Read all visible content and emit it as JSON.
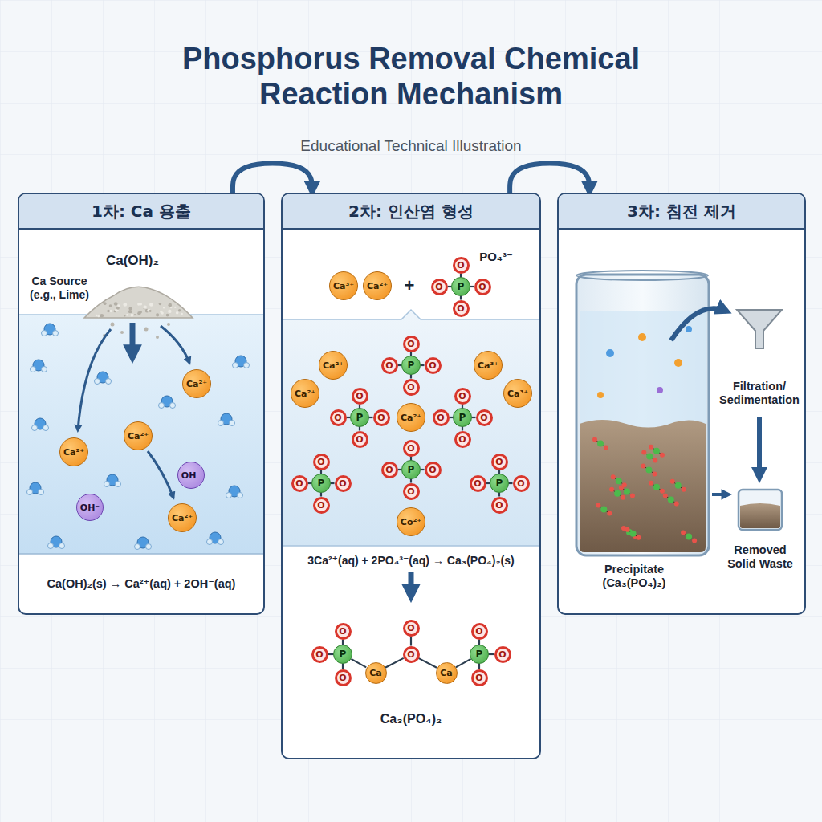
{
  "diagram": {
    "title": "Phosphorus Removal Chemical Reaction Mechanism",
    "caption": "Educational Technical Illustration",
    "nodes": [
      {
        "text": [
          "1차: Ca 용출"
        ]
      },
      {
        "text": [
          "Ca²⁺"
        ],
        "in": 0
      },
      {
        "text": [
          "Ca²⁺"
        ],
        "in": 0
      },
      {
        "text": [
          "Ca²⁺"
        ],
        "in": 0
      },
      {
        "text": [
          "Ca²⁺"
        ],
        "in": 0
      },
      {
        "text": [
          "OH⁻"
        ],
        "in": 0
      },
      {
        "text": [
          "OH⁻"
        ],
        "in": 0
      },
      {
        "text": [
          "2차: 인산염 형성"
        ]
      },
      {
        "text": [
          "Ca³⁺"
        ],
        "in": 7
      },
      {
        "text": [
          "Ca²⁺"
        ],
        "in": 7
      },
      {
        "text": [
          "P"
        ],
        "in": 7
      },
      {
        "text": [
          "O"
        ],
        "in": 7
      },
      {
        "text": [
          "O"
        ],
        "in": 7
      },
      {
        "text": [
          "O"
        ],
        "in": 7
      },
      {
        "text": [
          "O"
        ],
        "in": 7
      },
      {
        "text": [
          "P"
        ],
        "in": 7
      },
      {
        "text": [
          "O"
        ],
        "in": 7
      },
      {
        "text": [
          "O"
        ],
        "in": 7
      },
      {
        "text": [
          "O"
        ],
        "in": 7
      },
      {
        "text": [
          "O"
        ],
        "in": 7
      },
      {
        "text": [
          "P"
        ],
        "in": 7
      },
      {
        "text": [
          "O"
        ],
        "in": 7
      },
      {
        "text": [
          "O"
        ],
        "in": 7
      },
      {
        "text": [
          "O"
        ],
        "in": 7
      },
      {
        "text": [
          "O"
        ],
        "in": 7
      },
      {
        "text": [
          "P"
        ],
        "in": 7
      },
      {
        "text": [
          "O"
        ],
        "in": 7
      },
      {
        "text": [
          "O"
        ],
        "in": 7
      },
      {
        "text": [
          "O"
        ],
        "in": 7
      },
      {
        "text": [
          "O"
        ],
        "in": 7
      },
      {
        "text": [
          "P"
        ],
        "in": 7
      },
      {
        "text": [
          "O"
        ],
        "in": 7
      },
      {
        "text": [
          "O"
        ],
        "in": 7
      },
      {
        "text": [
          "O"
        ],
        "in": 7
      },
      {
        "text": [
          "O"
        ],
        "in": 7
      },
      {
        "text": [
          "P"
        ],
        "in": 7
      },
      {
        "text": [
          "O"
        ],
        "in": 7
      },
      {
        "text": [
          "O"
        ],
        "in": 7
      },
      {
        "text": [
          "O"
        ],
        "in": 7
      },
      {
        "text": [
          "O"
        ],
        "in": 7
      },
      {
        "text": [
          "P"
        ],
        "in": 7
      },
      {
        "text": [
          "O"
        ],
        "in": 7
      },
      {
        "text": [
          "O"
        ],
        "in": 7
      },
      {
        "text": [
          "O"
        ],
        "in": 7
      },
      {
        "text": [
          "O"
        ],
        "in": 7
      },
      {
        "text": [
          "Ca²⁺"
        ],
        "in": 7
      },
      {
        "text": [
          "Ca³⁺"
        ],
        "in": 7
      },
      {
        "text": [
          "Ca²⁺"
        ],
        "in": 7
      },
      {
        "text": [
          "Ca³⁺"
        ],
        "in": 7
      },
      {
        "text": [
          "Ca²⁺"
        ],
        "in": 7
      },
      {
        "text": [
          "Co²⁺"
        ],
        "in": 7
      },
      {
        "text": [
          "P"
        ],
        "in": 7
      },
      {
        "text": [
          "O"
        ],
        "in": 7
      },
      {
        "text": [
          "O"
        ],
        "in": 7
      },
      {
        "text": [
          "O"
        ],
        "in": 7
      },
      {
        "text": [
          "Ca"
        ],
        "in": 7
      },
      {
        "text": [
          "O"
        ],
        "in": 7
      },
      {
        "text": [
          "O"
        ],
        "in": 7
      },
      {
        "text": [
          "Ca"
        ],
        "in": 7
      },
      {
        "text": [
          "P"
        ],
        "in": 7
      },
      {
        "text": [
          "O"
        ],
        "in": 7
      },
      {
        "text": [
          "O"
        ],
        "in": 7
      },
      {
        "text": [
          "O"
        ],
        "in": 7
      },
      {
        "text": [
          "3차: 침전 제거"
        ]
      }
    ],
    "edges": [
      {
        "from": 0,
        "to": 7,
        "arrow": "to"
      },
      {
        "from": 7,
        "to": 63,
        "arrow": "to"
      },
      {
        "from": 10,
        "to": 11,
        "arrow": "none"
      },
      {
        "from": 10,
        "to": 12,
        "arrow": "none"
      },
      {
        "from": 10,
        "to": 13,
        "arrow": "none"
      },
      {
        "from": 10,
        "to": 14,
        "arrow": "none"
      },
      {
        "from": 15,
        "to": 16,
        "arrow": "none"
      },
      {
        "from": 15,
        "to": 17,
        "arrow": "none"
      },
      {
        "from": 15,
        "to": 18,
        "arrow": "none"
      },
      {
        "from": 15,
        "to": 19,
        "arrow": "none"
      },
      {
        "from": 20,
        "to": 21,
        "arrow": "none"
      },
      {
        "from": 20,
        "to": 22,
        "arrow": "none"
      },
      {
        "from": 20,
        "to": 23,
        "arrow": "none"
      },
      {
        "from": 20,
        "to": 24,
        "arrow": "none"
      },
      {
        "from": 25,
        "to": 26,
        "arrow": "none"
      },
      {
        "from": 25,
        "to": 27,
        "arrow": "none"
      },
      {
        "from": 25,
        "to": 28,
        "arrow": "none"
      },
      {
        "from": 25,
        "to": 29,
        "arrow": "none"
      },
      {
        "from": 30,
        "to": 31,
        "arrow": "none"
      },
      {
        "from": 30,
        "to": 32,
        "arrow": "none"
      },
      {
        "from": 30,
        "to": 33,
        "arrow": "none"
      },
      {
        "from": 30,
        "to": 34,
        "arrow": "none"
      },
      {
        "from": 35,
        "to": 36,
        "arrow": "none"
      },
      {
        "from": 35,
        "to": 37,
        "arrow": "none"
      },
      {
        "from": 35,
        "to": 38,
        "arrow": "none"
      },
      {
        "from": 35,
        "to": 39,
        "arrow": "none"
      },
      {
        "from": 40,
        "to": 41,
        "arrow": "none"
      },
      {
        "from": 40,
        "to": 42,
        "arrow": "none"
      },
      {
        "from": 40,
        "to": 43,
        "arrow": "none"
      },
      {
        "from": 40,
        "to": 44,
        "arrow": "none"
      },
      {
        "from": 51,
        "to": 52,
        "arrow": "none"
      },
      {
        "from": 51,
        "to": 53,
        "arrow": "none"
      },
      {
        "from": 51,
        "to": 54,
        "arrow": "none"
      },
      {
        "from": 51,
        "to": 55,
        "arrow": "none"
      },
      {
        "from": 55,
        "to": 57,
        "arrow": "none"
      },
      {
        "from": 56,
        "to": 57,
        "arrow": "none"
      },
      {
        "from": 57,
        "to": 58,
        "arrow": "none"
      },
      {
        "from": 58,
        "to": 59,
        "arrow": "none"
      },
      {
        "from": 59,
        "to": 60,
        "arrow": "none"
      },
      {
        "from": 59,
        "to": 61,
        "arrow": "none"
      },
      {
        "from": 59,
        "to": 62,
        "arrow": "none"
      }
    ],
    "labels": [
      "Ca(OH)₂",
      "Ca Source (e.g., Lime)",
      "Ca(OH)₂(s) → Ca²⁺(aq) + 2OH⁻(aq)",
      "+",
      "3Ca²⁺(aq) + 2PO₄³⁻(aq) → Ca₃(PO₄)₂(s)",
      "Ca₃(PO₄)₂",
      "Filtration/ Sedimentation",
      "Removed Solid Waste",
      "Precipitate (Ca₃(PO₄)₂)",
      "PO₄³⁻"
    ]
  }
}
